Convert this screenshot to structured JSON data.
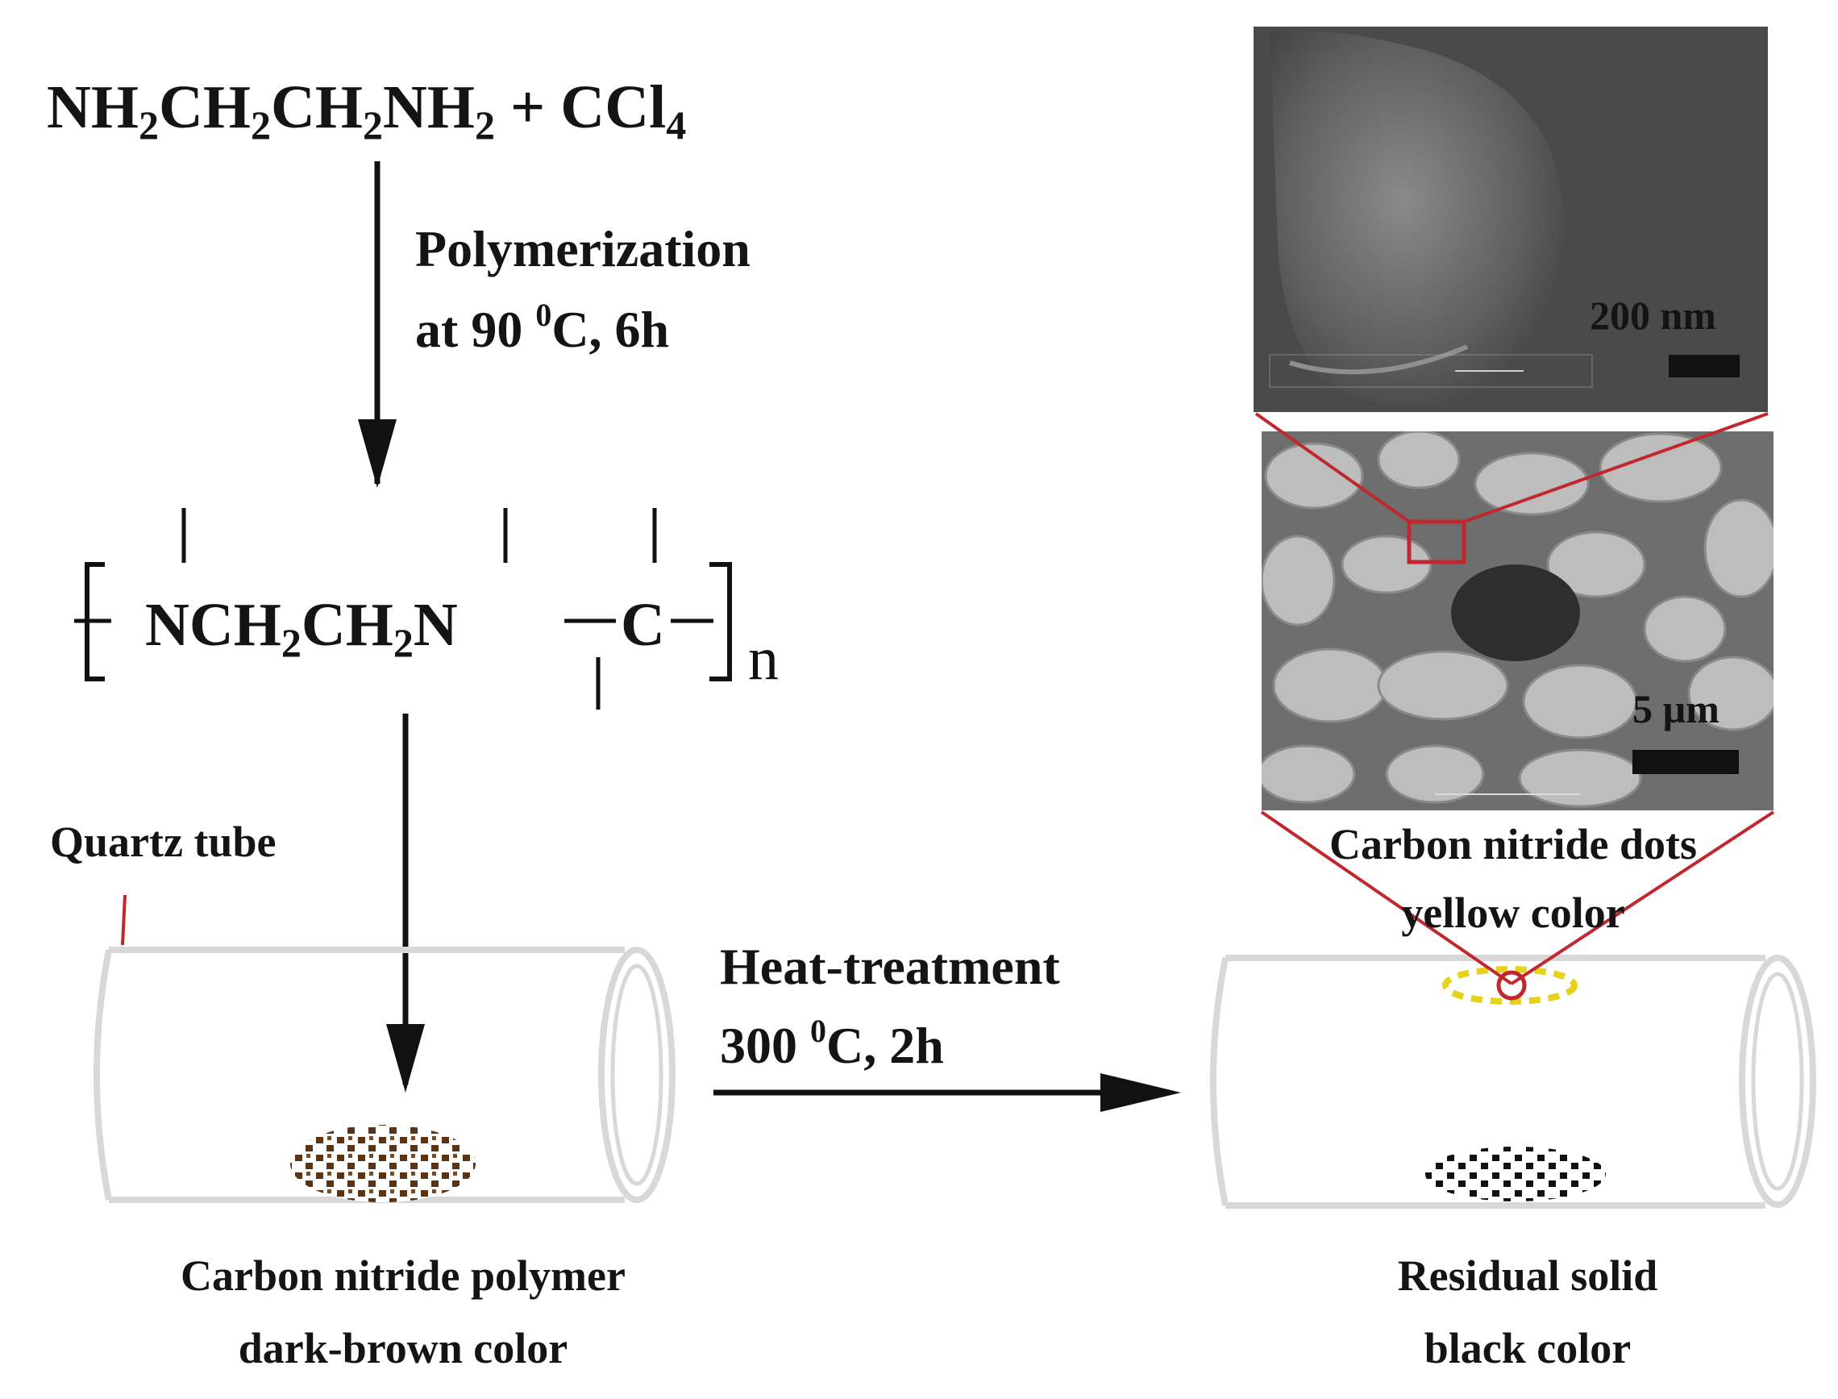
{
  "reactants": {
    "part1": "NH",
    "sub1": "2",
    "part2": "CH",
    "sub2": "2",
    "part3": "CH",
    "sub3": "2",
    "part4": "NH",
    "sub4": "2",
    "part5": " + CCl",
    "sub5": "4"
  },
  "step1": {
    "line1": "Polymerization",
    "line2_pre": "at 90 ",
    "line2_sup": "0",
    "line2_post": "C, 6h"
  },
  "polymer": {
    "part1": "NCH",
    "sub1": "2",
    "part2": "CH",
    "sub2": "2",
    "part3": "N",
    "dash": "—",
    "carbon": "C",
    "repeat": "n"
  },
  "quartz_label": "Quartz tube",
  "step2": {
    "line1": "Heat-treatment",
    "line2_pre": "300 ",
    "line2_sup": "0",
    "line2_post": "C, 2h"
  },
  "left_product": {
    "line1": "Carbon nitride polymer",
    "line2": "dark-brown color"
  },
  "right_products": {
    "dots_line1": "Carbon nitride dots",
    "dots_line2": "yellow color",
    "residue_line1": "Residual solid",
    "residue_line2": "black color"
  },
  "sem": {
    "top_scale": "200 nm",
    "bottom_scale": "5 µm"
  },
  "colors": {
    "arrow": "#111111",
    "accent_red": "#c0282d",
    "brown": "#5a3414",
    "yellow_dots": "#e6d21a",
    "residue": "#111111"
  }
}
